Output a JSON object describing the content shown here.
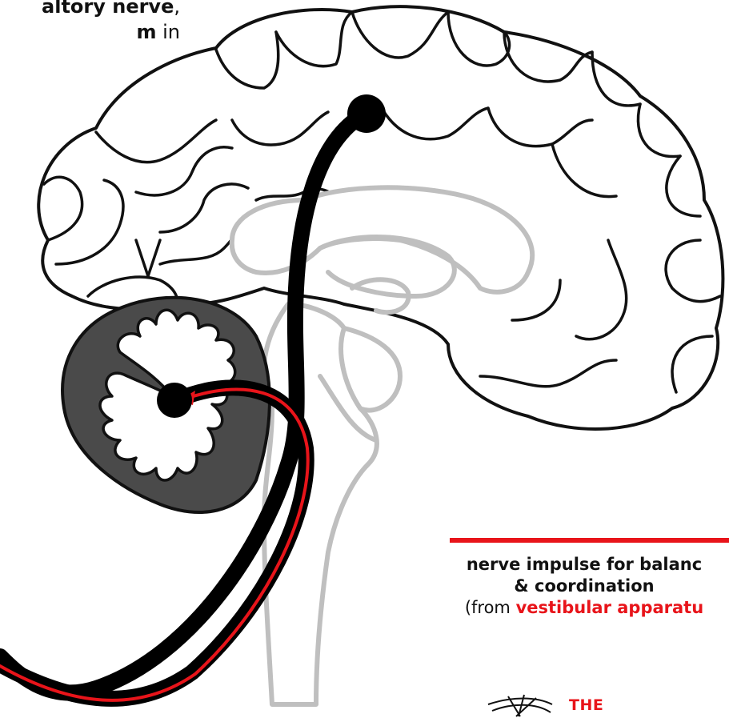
{
  "top_caption": {
    "line1_bold": "altory nerve",
    "line1_rest": ",",
    "line2_bold": "m",
    "line2_rest": " in"
  },
  "legend": {
    "line1": "nerve impulse for balanc",
    "line2": "& coordination",
    "line3_prefix": "(from ",
    "line3_highlight": "vestibular apparatu"
  },
  "logo": {
    "text": "THE"
  },
  "colors": {
    "accent": "#e8141a",
    "nerve": "#000000",
    "cerebellum": "#4a4a4a",
    "inner_brain_outline": "#bfbfbf"
  }
}
